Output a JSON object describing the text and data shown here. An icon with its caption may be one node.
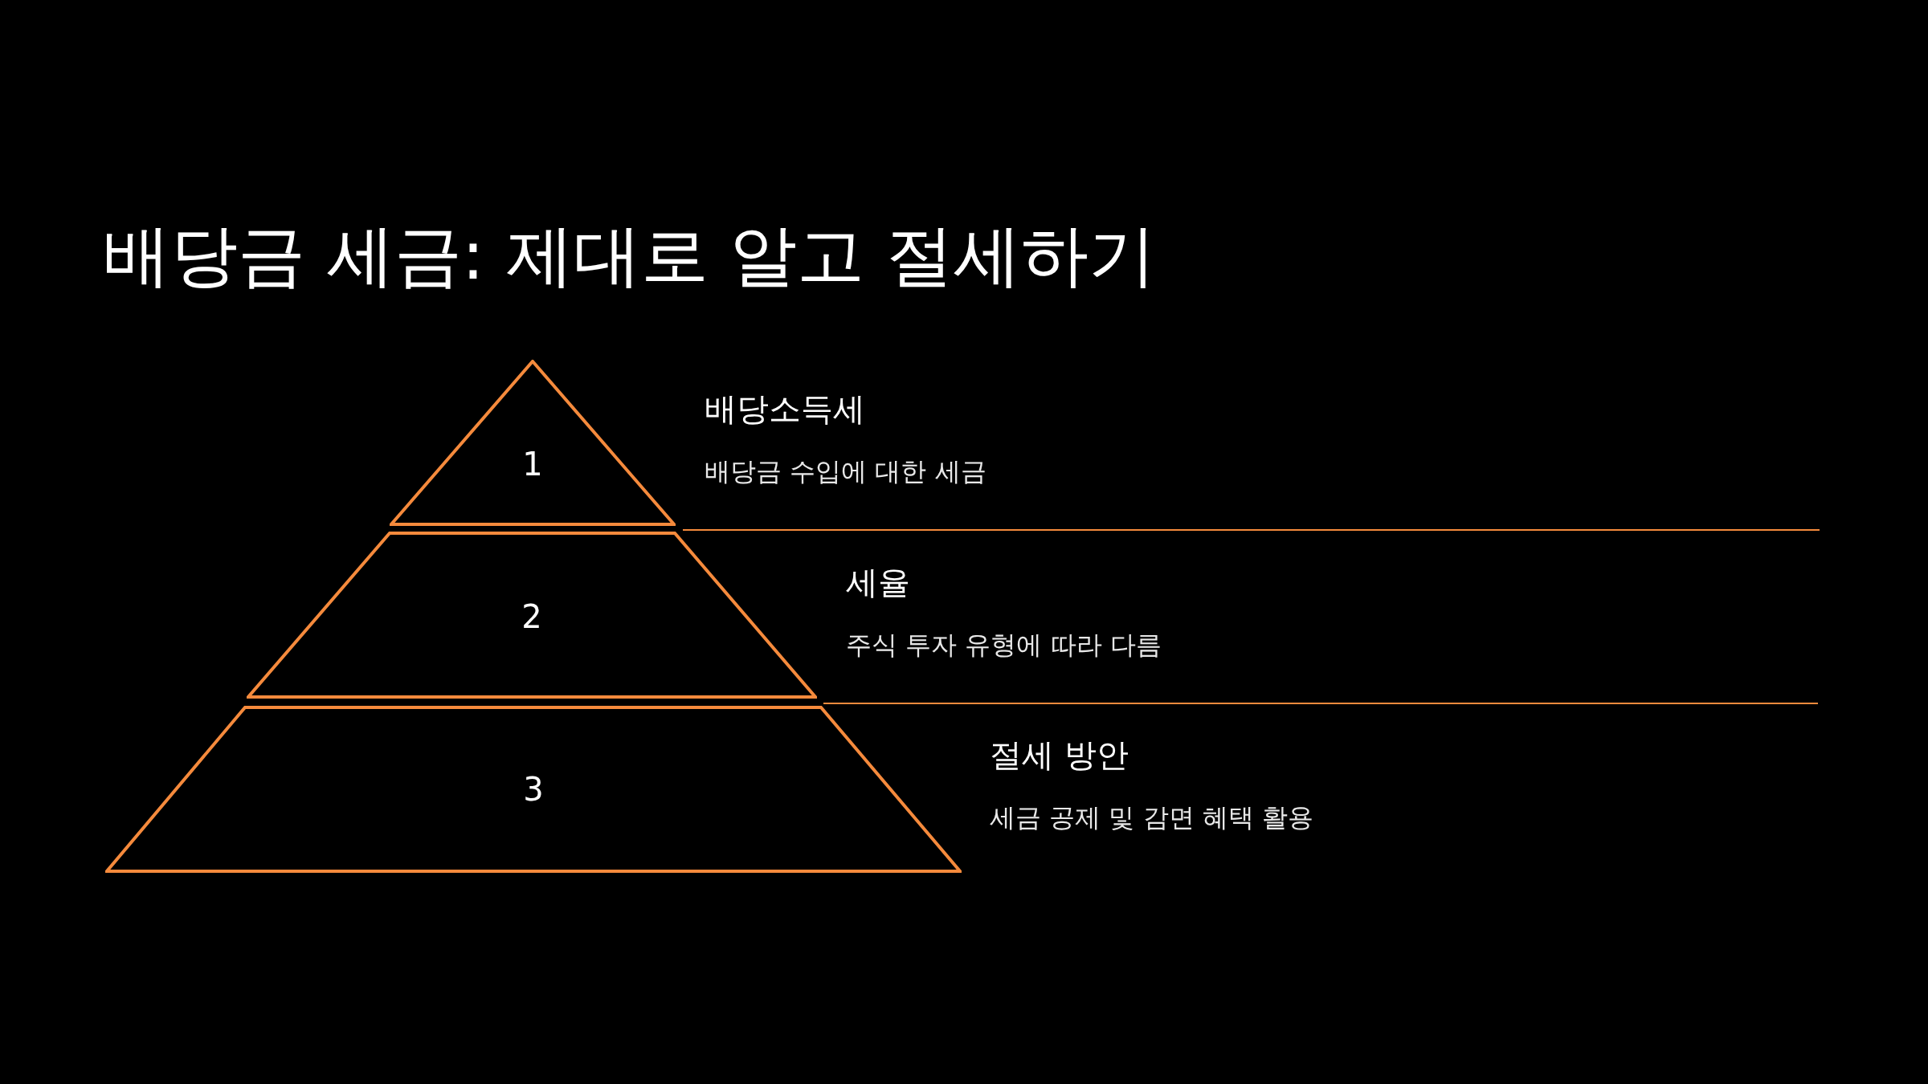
{
  "diagram": {
    "title": "배당금 세금: 제대로 알고 절세하기",
    "nodes": [
      {
        "text": [
          "1"
        ],
        "beside": [
          "배당소득세",
          "배당금 수입에 대한 세금"
        ]
      },
      {
        "text": [
          "2"
        ],
        "beside": [
          "세율",
          "주식 투자 유형에 따라 다름"
        ]
      },
      {
        "text": [
          "3"
        ],
        "beside": [
          "절세 방안",
          "세금 공제 및 감면 혜택 활용"
        ]
      }
    ],
    "edges": []
  }
}
